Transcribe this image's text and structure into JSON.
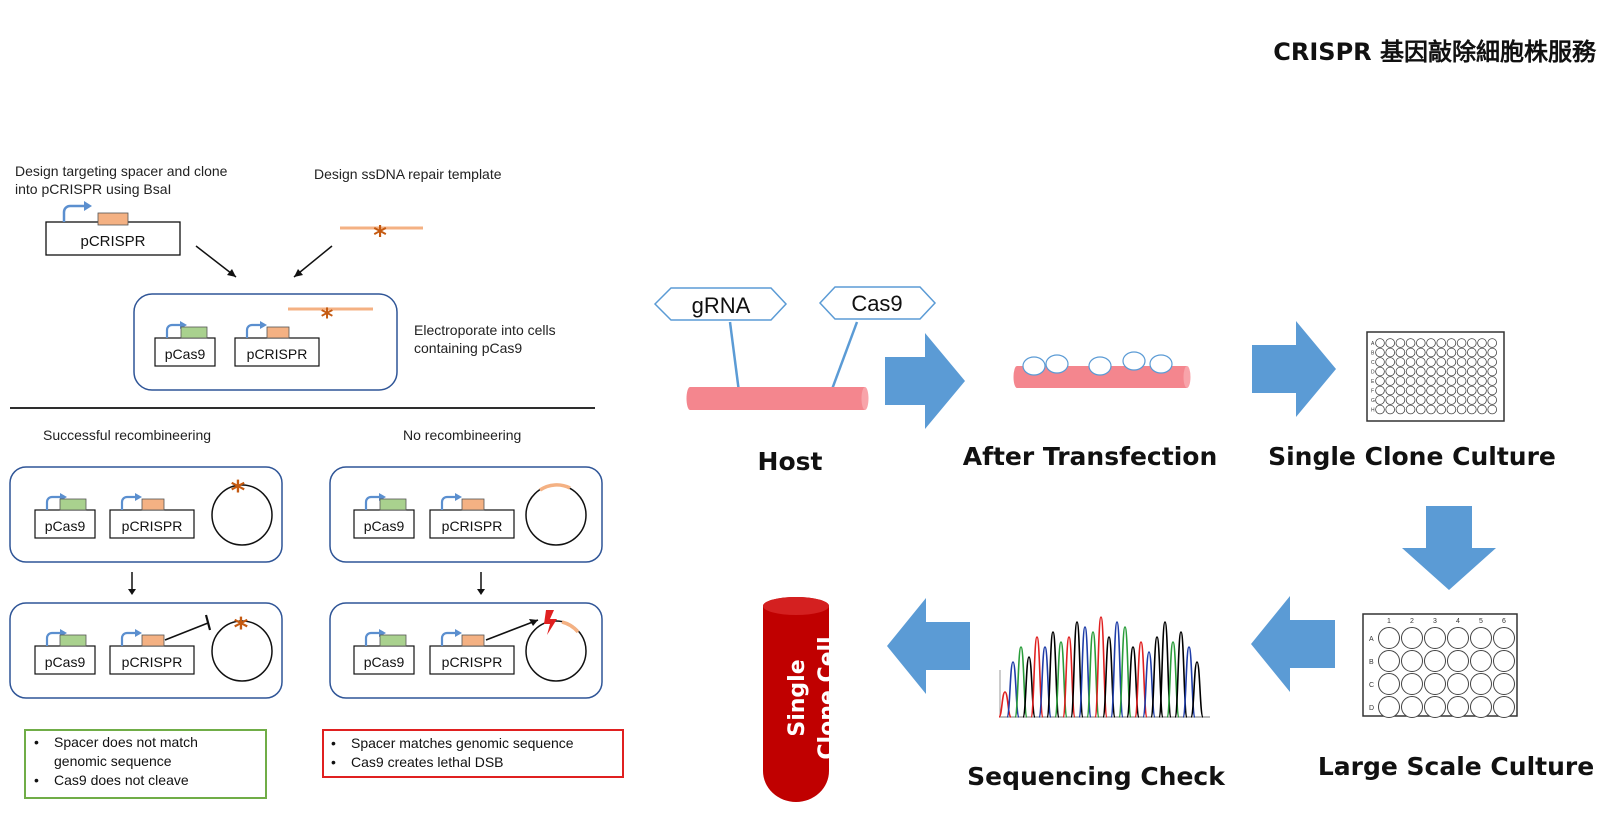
{
  "title": "CRISPR 基因敲除細胞株服務",
  "left_panel": {
    "step1_text": [
      "Design targeting spacer and clone",
      "into pCRISPR using BsaI"
    ],
    "step2_text": "Design ssDNA repair template",
    "plasmid_pcrispr": "pCRISPR",
    "plasmid_pcas9": "pCas9",
    "electroporate_text": [
      "Electroporate into cells",
      "containing pCas9"
    ],
    "successful_label": "Successful recombineering",
    "no_recomb_label": "No recombineering",
    "green_notes": [
      "Spacer does not match",
      "genomic sequence",
      "Cas9 does not cleave"
    ],
    "red_notes": [
      "Spacer matches genomic sequence",
      "Cas9 creates lethal DSB"
    ],
    "colors": {
      "promoter": "#5b8fcf",
      "cas9_gene": "#a9d18e",
      "spacer_gene": "#f4b183",
      "template": "#f4b183",
      "asterisk": "#c55a11",
      "box_border": "#2f5597",
      "green_box": "#70ad47",
      "red_box": "#e02020"
    }
  },
  "workflow": {
    "grna_label": "gRNA",
    "cas9_label": "Cas9",
    "host_label": "Host",
    "after_transfection_label": "After Transfection",
    "single_clone_culture_label": "Single Clone Culture",
    "large_scale_culture_label": "Large Scale Culture",
    "sequencing_check_label": "Sequencing Check",
    "tube_label": [
      "Single",
      "Clone Cell"
    ],
    "plate96_rows": [
      "A",
      "B",
      "C",
      "D",
      "E",
      "F",
      "G",
      "H"
    ],
    "plate24_rows": [
      "A",
      "B",
      "C",
      "D"
    ],
    "plate24_cols": [
      "1",
      "2",
      "3",
      "4",
      "5",
      "6"
    ],
    "colors": {
      "arrow": "#5b9bd5",
      "dish": "#f4868e",
      "tube": "#c00000",
      "chromatogram": [
        "#000000",
        "#1f3da8",
        "#2a9d3a",
        "#e02020"
      ]
    }
  }
}
